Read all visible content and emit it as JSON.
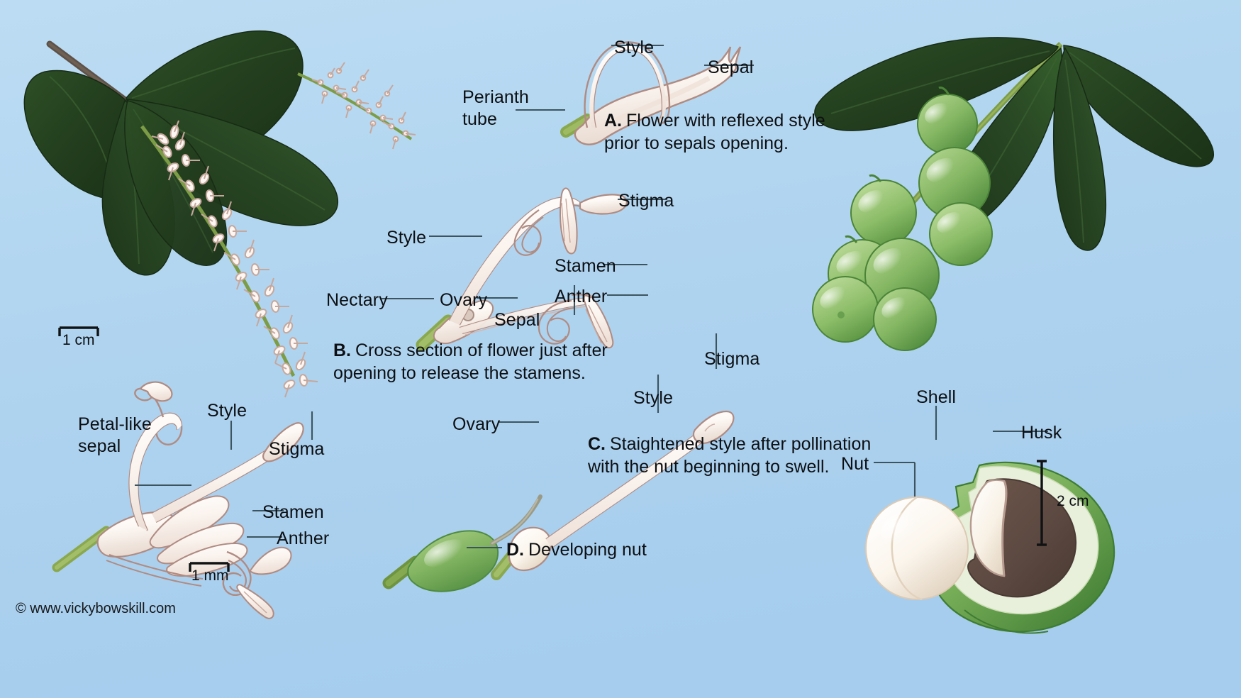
{
  "meta": {
    "title": "Macadamia flower and nut development",
    "background_color": "#aed3ef",
    "credit": "© www.vickybowskill.com"
  },
  "panels": {
    "a": {
      "caption_marker": "A.",
      "caption_text": "Flower with reflexed style\nprior to sepals opening.",
      "labels": [
        {
          "name": "style",
          "text": "Style"
        },
        {
          "name": "sepal",
          "text": "Sepal"
        },
        {
          "name": "perianth-tube",
          "text": "Perianth\ntube"
        }
      ]
    },
    "b": {
      "caption_marker": "B.",
      "caption_text": "Cross section of flower just after\nopening to release the stamens.",
      "labels": [
        {
          "name": "stigma",
          "text": "Stigma"
        },
        {
          "name": "style",
          "text": "Style"
        },
        {
          "name": "stamen",
          "text": "Stamen"
        },
        {
          "name": "anther",
          "text": "Anther"
        },
        {
          "name": "sepal",
          "text": "Sepal"
        },
        {
          "name": "nectary",
          "text": "Nectary"
        },
        {
          "name": "ovary",
          "text": "Ovary"
        }
      ]
    },
    "c": {
      "caption_marker": "C.",
      "caption_text": "Staightened style after pollination\nwith the nut beginning to swell.",
      "labels": [
        {
          "name": "stigma",
          "text": "Stigma"
        },
        {
          "name": "style",
          "text": "Style"
        },
        {
          "name": "ovary",
          "text": "Ovary"
        }
      ]
    },
    "d": {
      "caption_marker": "D.",
      "caption_text": "Developing nut",
      "labels": []
    },
    "dissected_flower": {
      "labels": [
        {
          "name": "petal-like-sepal",
          "text": "Petal-like\nsepal"
        },
        {
          "name": "style",
          "text": "Style"
        },
        {
          "name": "stigma",
          "text": "Stigma"
        },
        {
          "name": "stamen",
          "text": "Stamen"
        },
        {
          "name": "anther",
          "text": "Anther"
        }
      ]
    },
    "nut_husk": {
      "labels": [
        {
          "name": "shell",
          "text": "Shell"
        },
        {
          "name": "husk",
          "text": "Husk"
        },
        {
          "name": "nut",
          "text": "Nut"
        }
      ]
    }
  },
  "scale_bars": [
    {
      "name": "scale-1cm-raceme",
      "text": "1 cm"
    },
    {
      "name": "scale-1mm-flower",
      "text": "1 mm"
    },
    {
      "name": "scale-2cm-nut",
      "text": "2 cm"
    }
  ],
  "colors": {
    "background": "#aed3ef",
    "leaf_dark": "#24401f",
    "leaf_mid": "#2f5127",
    "stem_green": "#7a9b45",
    "flower_white": "#fdf9f6",
    "flower_outline": "#b08b82",
    "fruit_green": "#83b562",
    "fruit_green_dark": "#4f8b3f",
    "shell_brown": "#5d4a42",
    "kernel_cream": "#f7f1e6",
    "leader_line": "#3d545f",
    "text": "#0d0f12"
  }
}
